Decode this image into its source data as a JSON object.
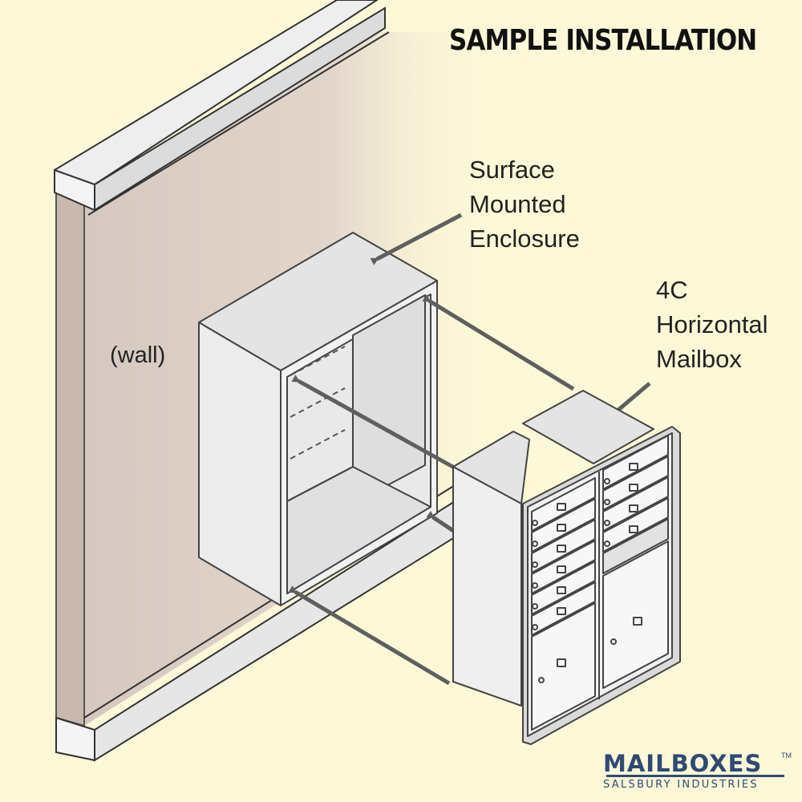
{
  "title": "SAMPLE INSTALLATION",
  "labels": {
    "enclosure": [
      "Surface",
      "Mounted",
      "Enclosure"
    ],
    "mailbox": [
      "4C",
      "Horizontal",
      "Mailbox"
    ],
    "wall": "(wall)"
  },
  "logo": {
    "main": "MAILBOXES",
    "tm": "TM",
    "sub": "SALSBURY INDUSTRIES"
  },
  "colors": {
    "background": "#fdf8d8",
    "wall": "#dcd0c8",
    "metal": "#e6e6e6",
    "arrow": "#5f5f5f",
    "brand": "#2f4a73"
  }
}
